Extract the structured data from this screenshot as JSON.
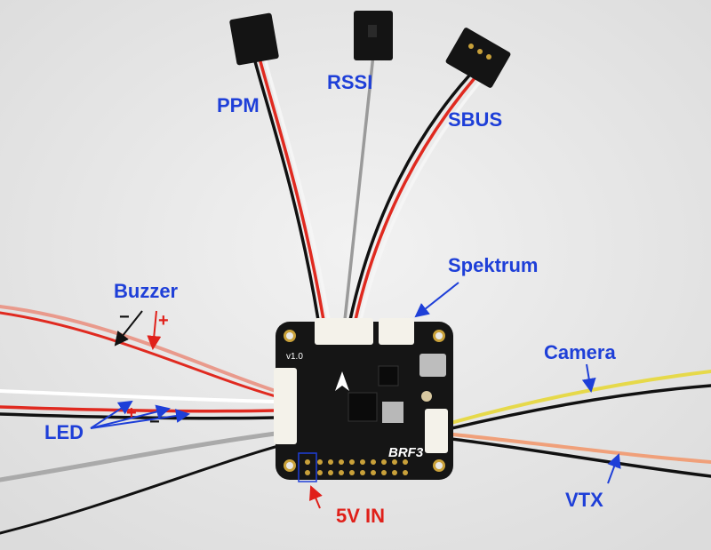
{
  "labels": {
    "ppm": "PPM",
    "rssi": "RSSI",
    "sbus": "SBUS",
    "spektrum": "Spektrum",
    "buzzer": "Buzzer",
    "led": "LED",
    "camera": "Camera",
    "vtx": "VTX",
    "five_v_in": "5V IN"
  },
  "signs": {
    "buzzer_minus": "−",
    "buzzer_plus": "+",
    "led_plus": "+",
    "led_minus": "−"
  },
  "board": {
    "model": "BRF3",
    "version": "v1.0"
  },
  "colors": {
    "label_blue": "#1e3fd8",
    "label_red": "#e0201a",
    "background": "#e9e9e9",
    "pcb": "#151515"
  }
}
